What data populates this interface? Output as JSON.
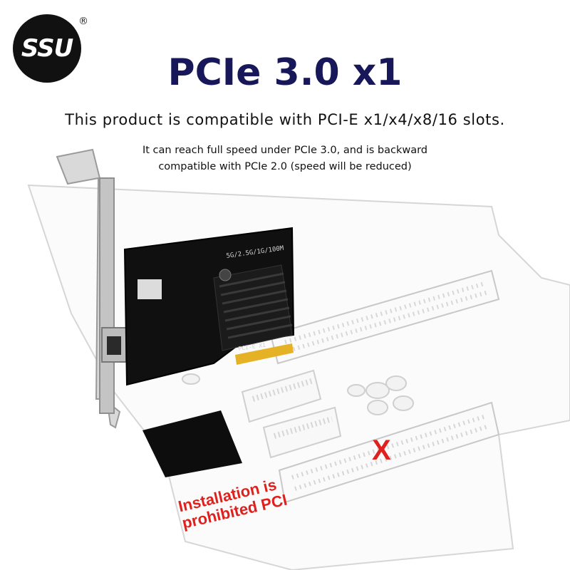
{
  "logo": {
    "text": "SSU",
    "registered": "®"
  },
  "headline": "PCIe 3.0 x1",
  "subtitle": "This product is compatible with PCI-E x1/x4/x8/16 slots.",
  "note": {
    "line1": "It can reach full speed under PCIe 3.0, and is backward",
    "line2": "compatible with PCIe 2.0 (speed will be reduced)"
  },
  "card": {
    "speed_label": "5G/2.5G/1G/100M",
    "interface_label": "PCI-E X1"
  },
  "slot_mark": "X",
  "warning": {
    "line1": "Installation is",
    "line2": "prohibited  PCI"
  },
  "colors": {
    "headline": "#17175a",
    "warning": "#e0201c",
    "board": "#111111"
  }
}
